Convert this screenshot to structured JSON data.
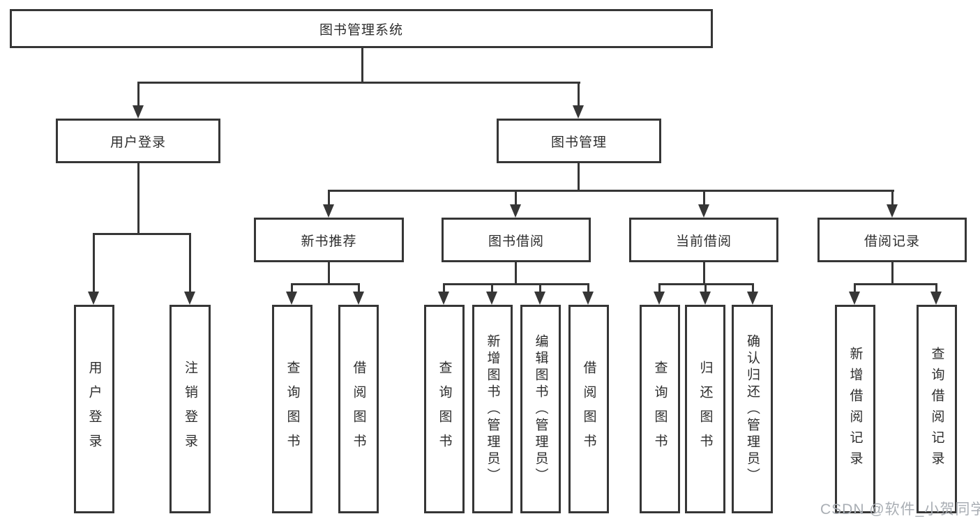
{
  "diagram": {
    "root": "图书管理系统",
    "watermark": "CSDN @软件_小贺同学",
    "level2": [
      {
        "label": "用户登录",
        "children": [
          "用户登录",
          "注销登录"
        ]
      },
      {
        "label": "图书管理",
        "groups": [
          {
            "label": "新书推荐",
            "children": [
              "查询图书",
              "借阅图书"
            ]
          },
          {
            "label": "图书借阅",
            "children": [
              "查询图书",
              "新增图书（管理员）",
              "编辑图书（管理员）",
              "借阅图书"
            ]
          },
          {
            "label": "当前借阅",
            "children": [
              "查询图书",
              "归还图书",
              "确认归还（管理员）"
            ]
          },
          {
            "label": "借阅记录",
            "children": [
              "新增借阅记录",
              "查询借阅记录"
            ]
          }
        ]
      }
    ]
  }
}
